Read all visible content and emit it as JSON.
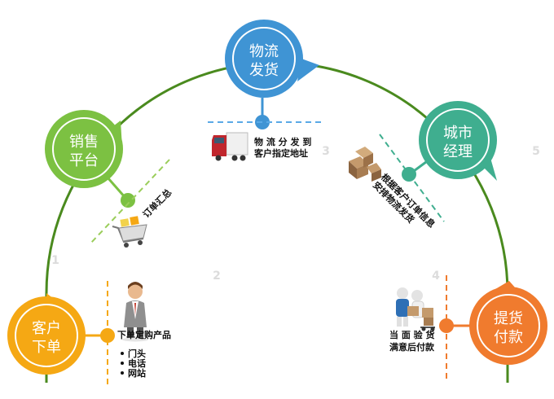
{
  "nodes": {
    "customer": {
      "line1": "客户",
      "line2": "下单",
      "color": "#f5a814"
    },
    "sales": {
      "line1": "销售",
      "line2": "平台",
      "color": "#7cc142"
    },
    "logistics": {
      "line1": "物流",
      "line2": "发货",
      "color": "#3f94d4"
    },
    "city": {
      "line1": "城市",
      "line2": "经理",
      "color": "#3fae8f"
    },
    "pickup": {
      "line1": "提货",
      "line2": "付款",
      "color": "#f07b2e"
    }
  },
  "steps": {
    "order": {
      "title": "下单定购产品",
      "bullets": [
        "门头",
        "电话",
        "网站"
      ]
    },
    "summary": {
      "text": "订单汇总"
    },
    "shipping": {
      "line1": "物 流 分 发 到",
      "line2": "客户指定地址"
    },
    "arrange": {
      "line1": "根据客户订单信息",
      "line2": "安排物流发货"
    },
    "inspect": {
      "line1": "当 面 验 货",
      "line2": "满意后付款"
    }
  },
  "step_numbers": [
    "1",
    "2",
    "3",
    "4",
    "5"
  ],
  "icons": [
    "businessman-icon",
    "shopping-cart-icon",
    "truck-icon",
    "boxes-icon",
    "delivery-worker-icon"
  ],
  "colors": {
    "arc": "#4a8a1e",
    "dash_yellow": "#f5a814",
    "dash_green": "#9acd5a",
    "dash_blue": "#5aa9e6",
    "dash_teal": "#3fae8f",
    "dash_orange": "#f07b2e"
  }
}
